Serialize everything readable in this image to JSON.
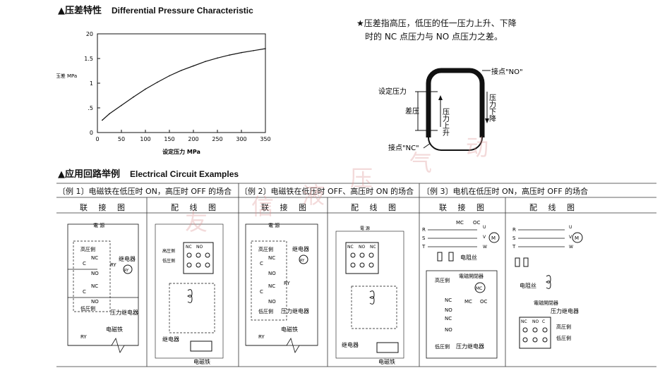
{
  "section1": {
    "title_cn": "▲压差特性",
    "title_en": "Differential Pressure Characteristic"
  },
  "note": {
    "line1": "★压差指高压，低压的任一压力上升、下降",
    "line2": "时的 NC 点压力与 NO 点压力之差。"
  },
  "chart_data": {
    "type": "line",
    "title": "",
    "xlabel": "设定压力 MPa",
    "ylabel": "压差 MPa",
    "x_ticks": [
      "0",
      "50",
      "100",
      "150",
      "200",
      "250",
      "300",
      "350"
    ],
    "y_ticks": [
      "0",
      ".5",
      "1",
      "1.5",
      "20"
    ],
    "xlim": [
      0,
      350
    ],
    "ylim": [
      0,
      2.0
    ],
    "grid": false,
    "series": [
      {
        "x": [
          10,
          25,
          50,
          75,
          100,
          125,
          150,
          175,
          200,
          225,
          250,
          275,
          300,
          325,
          350
        ],
        "y": [
          0.25,
          0.38,
          0.55,
          0.72,
          0.88,
          1.02,
          1.15,
          1.26,
          1.35,
          1.44,
          1.51,
          1.57,
          1.62,
          1.66,
          1.7
        ]
      }
    ]
  },
  "diagram": {
    "no_label": "接点\"NO\"",
    "nc_label": "接点\"NC\"",
    "set_pressure": "设定压力",
    "diff_pressure": "差压",
    "rise": "压力上升",
    "fall": "压力下降"
  },
  "section2": {
    "title_cn": "▲应用回路举例",
    "title_en": "Electrical Circuit Examples"
  },
  "examples": [
    {
      "caption": "〔例 1〕电磁铁在低压时 ON，高压时 OFF 的场合",
      "col1": "联 接 图",
      "col2": "配 线 图"
    },
    {
      "caption": "〔例 2〕电磁铁在低压时 OFF、高压时 ON 的场合",
      "col1": "联 接 图",
      "col2": "配 线 图"
    },
    {
      "caption": "〔例 3〕电机在低压时 ON，高压时 OFF 的场合",
      "col1": "联 接 图",
      "col2": "配 线 图"
    }
  ],
  "circuit_labels": {
    "power": "電 源",
    "high_side": "高圧側",
    "low_side": "低圧側",
    "nc": "NC",
    "no": "NO",
    "c": "C",
    "ry": "RY",
    "relay": "继电器",
    "pressure_relay": "压力继电器",
    "solenoid": "电磁铁",
    "heater": "电阻丝",
    "contactor": "電磁開閉器",
    "mc": "MC",
    "oc": "OC",
    "r": "R",
    "s": "S",
    "t": "T",
    "u": "U",
    "v": "V",
    "w": "W",
    "m": "M"
  },
  "watermark": [
    "友",
    "信",
    "液",
    "压",
    "气",
    "动"
  ]
}
